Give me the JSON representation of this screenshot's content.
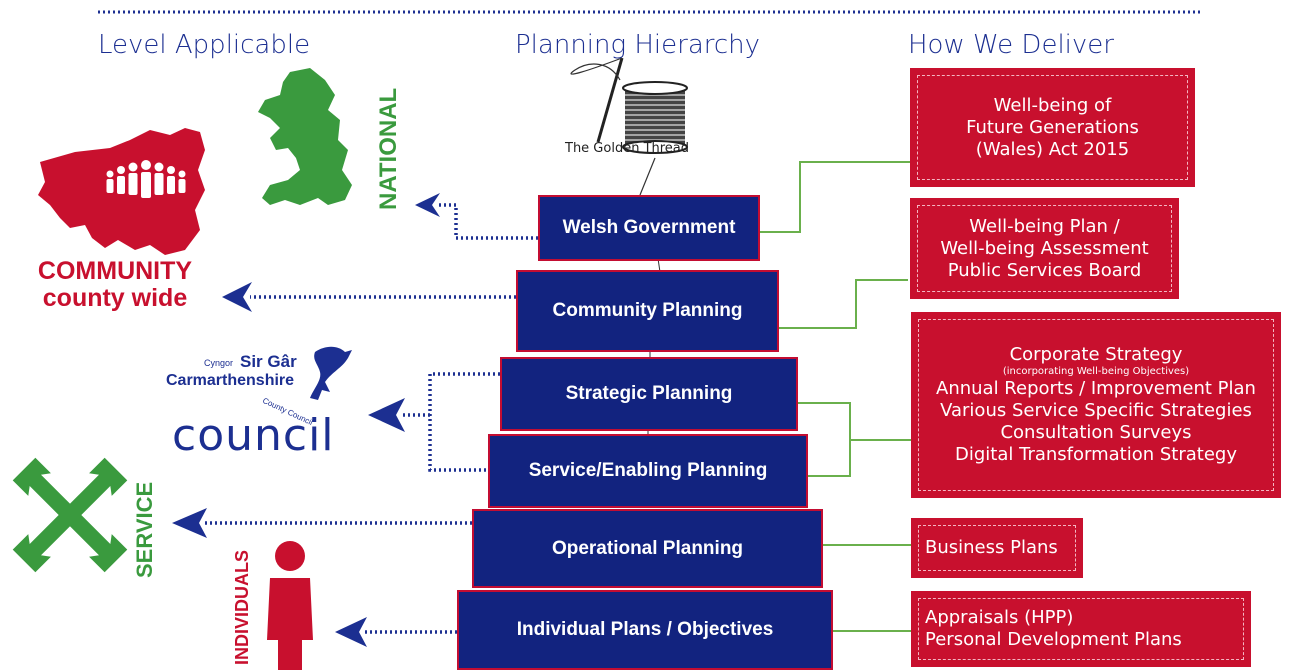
{
  "headings": {
    "level": "Level Applicable",
    "hierarchy": "Planning Hierarchy",
    "deliver": "How We Deliver"
  },
  "golden_thread": "The Golden Thread",
  "levels": {
    "national": "NATIONAL",
    "community_line1": "COMMUNITY",
    "community_line2": "county wide",
    "logo_cyngor": "Cyngor",
    "logo_sir_gar": "Sir Gâr",
    "logo_carmarthenshire": "Carmarthenshire",
    "logo_county_council": "County Council",
    "council": "council",
    "service": "SERVICE",
    "individuals": "INDIVIDUALS"
  },
  "hierarchy": [
    "Welsh Government",
    "Community Planning",
    "Strategic Planning",
    "Service/Enabling Planning",
    "Operational Planning",
    "Individual Plans / Objectives"
  ],
  "delivery": {
    "wfg": [
      "Well-being of",
      "Future Generations",
      "(Wales) Act 2015"
    ],
    "wbp": [
      "Well-being Plan /",
      "Well-being Assessment",
      "Public Services Board"
    ],
    "corporate": {
      "line1": "Corporate Strategy",
      "note": "(incorporating Well-being Objectives)",
      "lines": [
        "Annual Reports / Improvement Plan",
        "Various Service Specific Strategies",
        "Consultation Surveys",
        "Digital Transformation Strategy"
      ]
    },
    "business": "Business Plans",
    "appraisals": [
      "Appraisals (HPP)",
      "Personal Development Plans"
    ]
  },
  "colors": {
    "navy": "#12237f",
    "crimson": "#c8102e",
    "green": "#3a9a3e",
    "connector": "#6ab04c",
    "heading_blue": "#1c2f91"
  },
  "icons": [
    "needle-spool-icon",
    "wales-map-icon",
    "carmarthenshire-map-icon",
    "people-group-icon",
    "dragon-logo-icon",
    "wrench-cross-icon",
    "person-icon"
  ]
}
